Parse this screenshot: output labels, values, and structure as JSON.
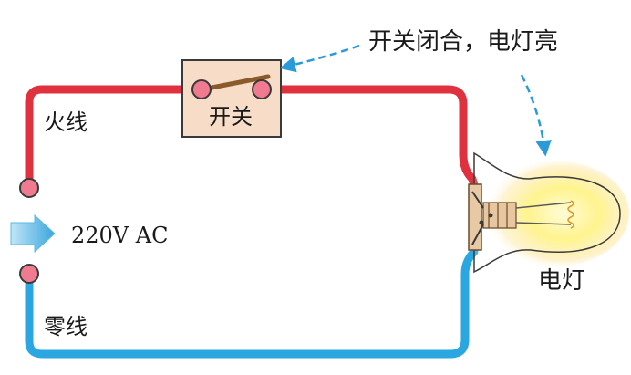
{
  "labels": {
    "annotation": "开关闭合，电灯亮",
    "switch": "开关",
    "live_wire": "火线",
    "neutral_wire": "零线",
    "source": "220V AC",
    "lamp": "电灯"
  },
  "colors": {
    "live_wire": "#e0313f",
    "neutral_wire": "#2aa7e0",
    "terminal": "#f07a90",
    "switch_body": "#f7dcc8",
    "arrow": "#2a9ad8",
    "bulb_glow": "#fff27a"
  }
}
